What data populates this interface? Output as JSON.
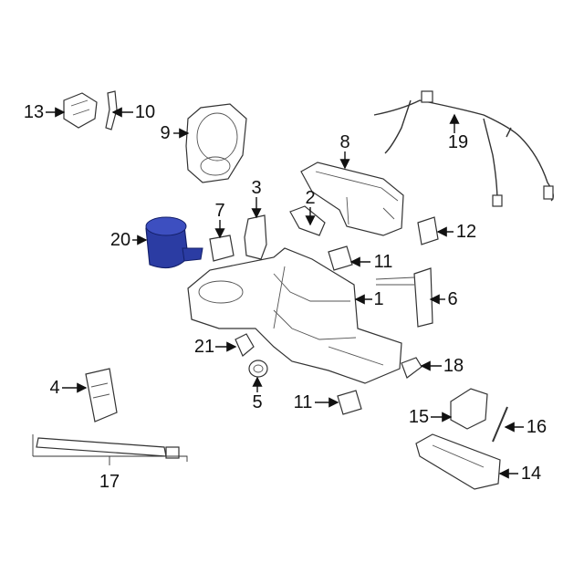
{
  "diagram": {
    "highlight_color": "#2b3ca3",
    "callouts": [
      {
        "id": "c13",
        "label": "13"
      },
      {
        "id": "c10",
        "label": "10"
      },
      {
        "id": "c9",
        "label": "9"
      },
      {
        "id": "c8",
        "label": "8"
      },
      {
        "id": "c19",
        "label": "19"
      },
      {
        "id": "c3",
        "label": "3"
      },
      {
        "id": "c2",
        "label": "2"
      },
      {
        "id": "c7",
        "label": "7"
      },
      {
        "id": "c20",
        "label": "20"
      },
      {
        "id": "c12",
        "label": "12"
      },
      {
        "id": "c11a",
        "label": "11"
      },
      {
        "id": "c1",
        "label": "1"
      },
      {
        "id": "c6",
        "label": "6"
      },
      {
        "id": "c21",
        "label": "21"
      },
      {
        "id": "c18",
        "label": "18"
      },
      {
        "id": "c4",
        "label": "4"
      },
      {
        "id": "c5",
        "label": "5"
      },
      {
        "id": "c11b",
        "label": "11"
      },
      {
        "id": "c15",
        "label": "15"
      },
      {
        "id": "c16",
        "label": "16"
      },
      {
        "id": "c17",
        "label": "17"
      },
      {
        "id": "c14",
        "label": "14"
      }
    ]
  }
}
